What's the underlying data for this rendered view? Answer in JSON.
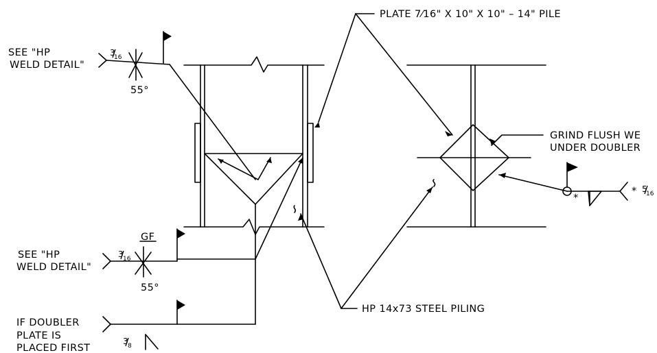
{
  "labels": {
    "see_hp_weld_1": {
      "line1": "SEE \"HP",
      "line2": "WELD DETAIL\""
    },
    "see_hp_weld_2": {
      "line1": "SEE \"HP",
      "line2": "WELD DETAIL\""
    },
    "if_doubler": {
      "line1": "IF DOUBLER",
      "line2": "PLATE IS",
      "line3": "PLACED FIRST"
    },
    "plate": "PLATE 7⁄16\" X 10\" X 10\" – 14\" PILE",
    "grind_flush": {
      "line1": "GRIND FLUSH WE",
      "line2": "UNDER DOUBLER"
    },
    "piling": "HP 14x73 STEEL PILING"
  },
  "weld_symbols": {
    "top": {
      "size_num": "3",
      "size_den": "16",
      "angle": "55°"
    },
    "middle": {
      "finish": "GF",
      "size_num": "3",
      "size_den": "16",
      "angle": "55°"
    },
    "bottom": {
      "size_num": "3",
      "size_den": "8"
    },
    "right": {
      "prefix": "*",
      "size_num": "5",
      "size_den": "16",
      "tail_mark": "*"
    }
  },
  "colors": {
    "ink": "#000000",
    "background": "#ffffff"
  }
}
